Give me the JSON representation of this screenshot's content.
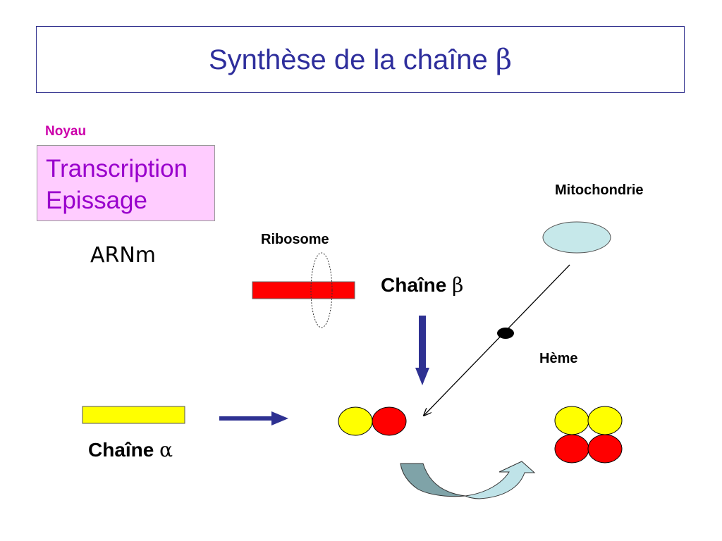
{
  "title": {
    "text": "Synthèse de la chaîne ",
    "greek": "β"
  },
  "nucleus": {
    "label": "Noyau",
    "lines": [
      "Transcription",
      "Epissage"
    ]
  },
  "labels": {
    "arnm": "ARNm",
    "ribosome": "Ribosome",
    "mitochondrie": "Mitochondrie",
    "heme": "Hème",
    "chaine_beta": "Chaîne ",
    "chaine_beta_greek": "β",
    "chaine_alpha": "Chaîne ",
    "chaine_alpha_greek": "α"
  },
  "colors": {
    "title": "#2e2e9c",
    "noyau_label": "#cc00aa",
    "nucleus_fill": "#ffccff",
    "nucleus_text": "#9900cc",
    "mrna_red": "#ff0000",
    "alpha_yellow": "#ffff00",
    "globin_yellow": "#ffff00",
    "globin_red": "#ff0000",
    "mitochondria_fill": "#c6e8ea",
    "arrow_blue": "#2e3192",
    "curved_arrow_left": "#7fa3a8",
    "curved_arrow_right": "#bfe3e8"
  },
  "icons": {
    "heme": "black-dot-icon",
    "arrow_down": "thick-down-arrow-icon",
    "arrow_right": "thick-right-arrow-icon",
    "curved_arrow": "u-turn-arrow-icon"
  }
}
